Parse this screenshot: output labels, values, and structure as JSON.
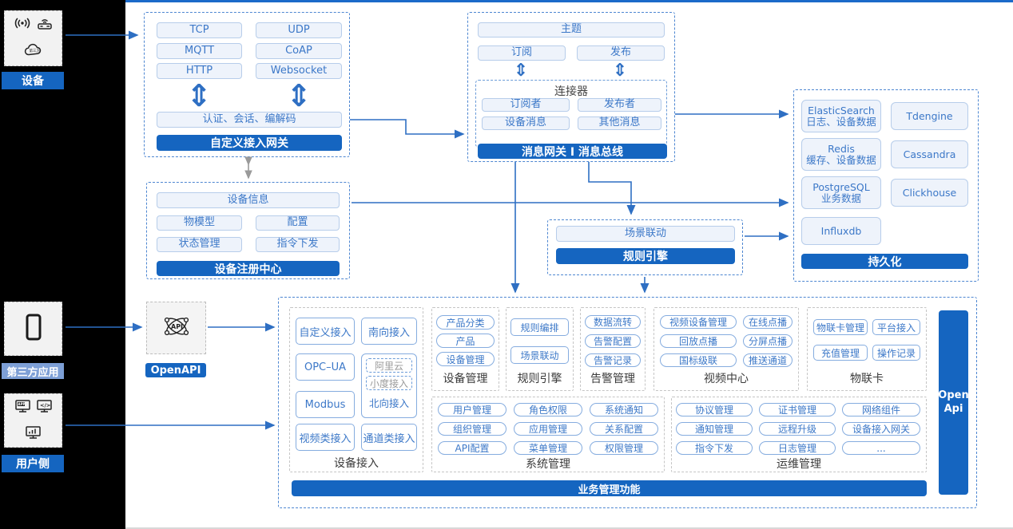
{
  "palette": {
    "accent_blue": "#1565c0",
    "muted_label_blue": "#7d9fd6",
    "line_blue": "#2e6fc3",
    "pill_text_blue": "#3c78c8",
    "top_border_blue": "#1b6ac9"
  },
  "left_rail": {
    "device": {
      "label": "设备",
      "cloud_icon_text": "第三方"
    },
    "third_party": {
      "label": "第三方应用"
    },
    "user_side": {
      "label": "用户侧"
    }
  },
  "gateway": {
    "protocols": [
      "TCP",
      "UDP",
      "MQTT",
      "CoAP",
      "HTTP",
      "Websocket"
    ],
    "auth": "认证、会话、编解码",
    "title": "自定义接入网关"
  },
  "bus": {
    "topic": "主题",
    "subscribe": "订阅",
    "publish": "发布",
    "connector_title": "连接器",
    "connector_items": [
      "订阅者",
      "发布者",
      "设备消息",
      "其他消息"
    ],
    "title": "消息网关 I 消息总线"
  },
  "registry": {
    "info": "设备信息",
    "items": [
      "物模型",
      "配置",
      "状态管理",
      "指令下发"
    ],
    "title": "设备注册中心"
  },
  "rule_engine": {
    "item": "场景联动",
    "title": "规则引擎"
  },
  "persistence": {
    "es_name": "ElasticSearch",
    "es_sub": "日志、设备数据",
    "tdengine": "Tdengine",
    "redis_name": "Redis",
    "redis_sub": "缓存、设备数据",
    "cassandra": "Cassandra",
    "pg_name": "PostgreSQL",
    "pg_sub": "业务数据",
    "clickhouse": "Clickhouse",
    "influxdb": "Influxdb",
    "title": "持久化"
  },
  "openapi_badge": "OpenAPI",
  "business": {
    "device_access": {
      "label": "设备接入",
      "items": [
        "自定义接入",
        "南向接入",
        "OPC–UA",
        "Modbus",
        "视频类接入",
        "通道类接入"
      ],
      "north_dashed": [
        "阿里云",
        "小度接入"
      ],
      "north_plain": "北向接入"
    },
    "device_mgmt": {
      "label": "设备管理",
      "items": [
        "产品分类",
        "产品",
        "设备管理"
      ]
    },
    "rule": {
      "label": "规则引擎",
      "items": [
        "规则编排",
        "场景联动"
      ]
    },
    "alarm": {
      "label": "告警管理",
      "items": [
        "数据流转",
        "告警配置",
        "告警记录"
      ]
    },
    "video": {
      "label": "视频中心",
      "items": [
        "视频设备管理",
        "在线点播",
        "回放点播",
        "分屏点播",
        "国标级联",
        "推送通道"
      ]
    },
    "iot_card": {
      "label": "物联卡",
      "items": [
        "物联卡管理",
        "平台接入",
        "充值管理",
        "操作记录"
      ]
    },
    "system": {
      "label": "系统管理",
      "items": [
        "用户管理",
        "角色权限",
        "系统通知",
        "组织管理",
        "应用管理",
        "关系配置",
        "API配置",
        "菜单管理",
        "权限管理"
      ]
    },
    "ops": {
      "label": "运维管理",
      "items": [
        "协议管理",
        "证书管理",
        "网络组件",
        "通知管理",
        "远程升级",
        "设备接入网关",
        "指令下发",
        "日志管理",
        "..."
      ]
    },
    "open_api_bar": "Open Api",
    "footer": "业务管理功能"
  }
}
